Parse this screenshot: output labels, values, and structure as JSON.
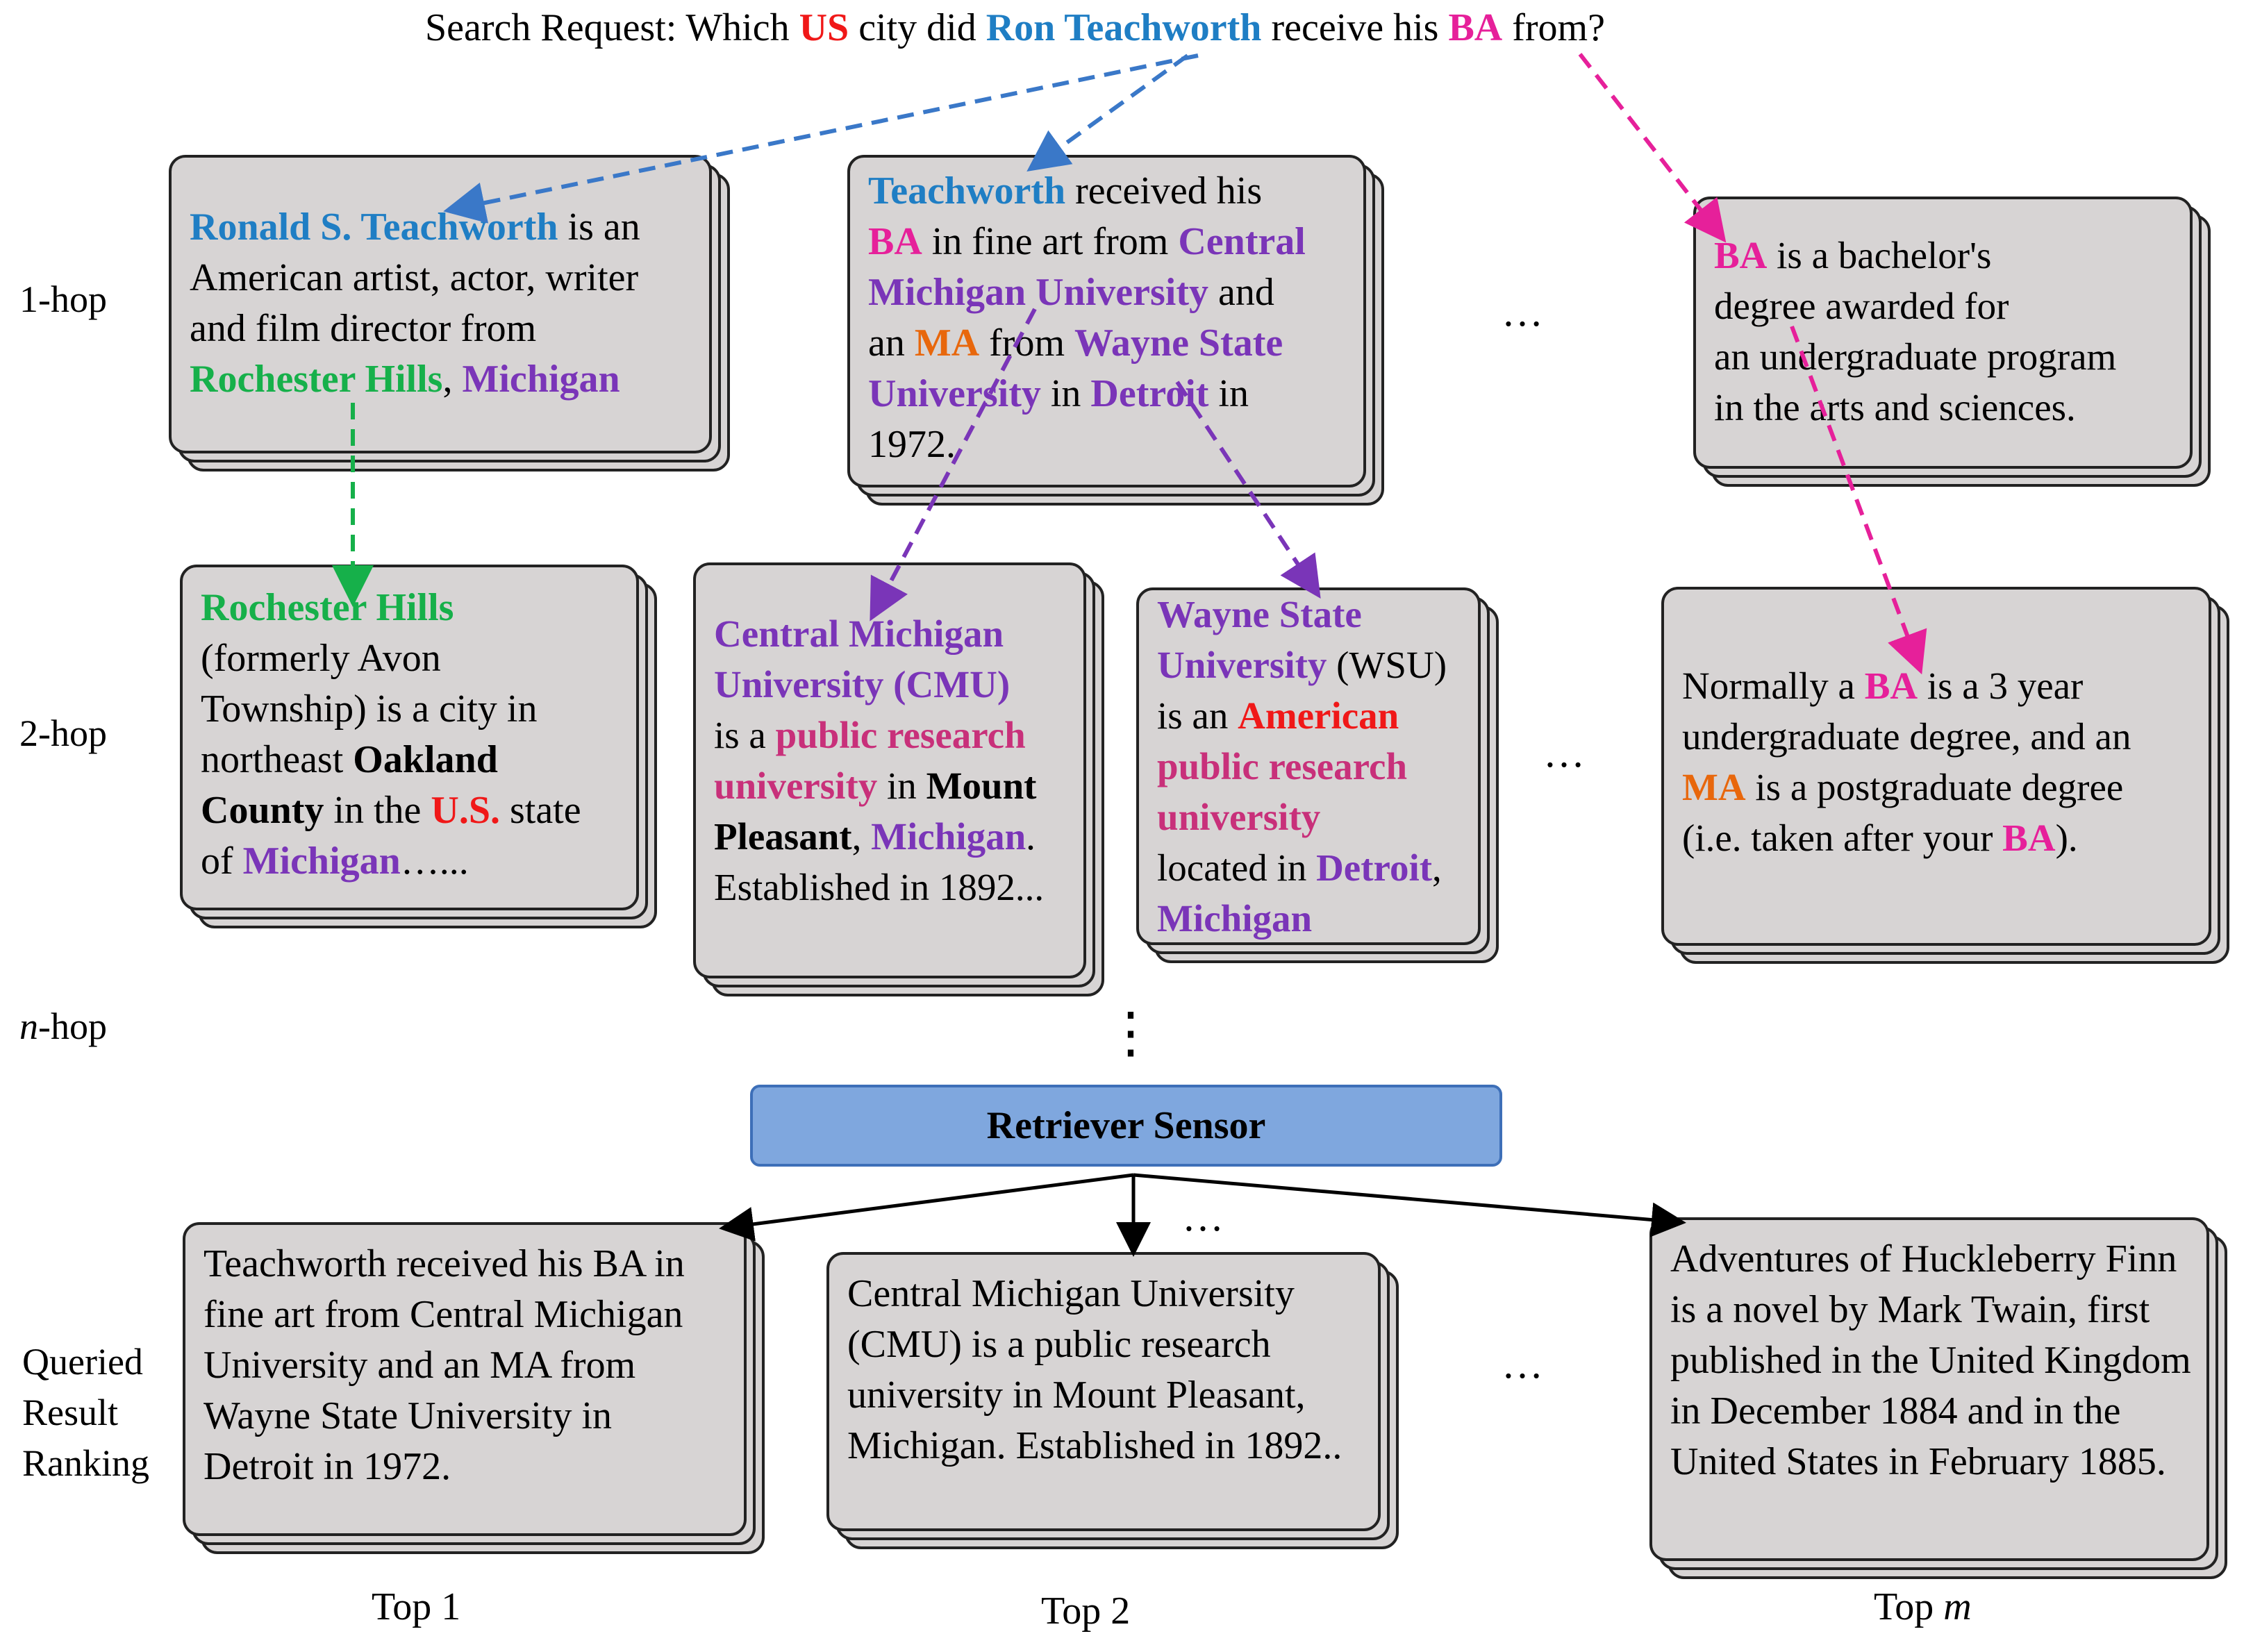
{
  "colors": {
    "blue": "#1f7ec4",
    "red": "#f01818",
    "pink": "#e6209a",
    "purple": "#7a35b8",
    "green": "#16b04a",
    "orange": "#e8670c",
    "magenta": "#c8307a",
    "card_fill": "#d7d4d4",
    "sensor_fill": "#7fa7de"
  },
  "query": {
    "segments": [
      {
        "text": "Search Request: Which ",
        "color": "",
        "bold": false
      },
      {
        "text": "US",
        "color": "red",
        "bold": true
      },
      {
        "text": " city did ",
        "color": "",
        "bold": false
      },
      {
        "text": "Ron Teachworth",
        "color": "blue",
        "bold": true
      },
      {
        "text": " receive his ",
        "color": "",
        "bold": false
      },
      {
        "text": "BA",
        "color": "pink",
        "bold": true
      },
      {
        "text": " from?",
        "color": "",
        "bold": false
      }
    ]
  },
  "hop_labels": {
    "hop1": "1-hop",
    "hop2": "2-hop",
    "hopn_italic": "n",
    "hopn_rest": "-hop",
    "ranking_line1": "Queried",
    "ranking_line2": "Result",
    "ranking_line3": "Ranking"
  },
  "ellipsis": {
    "h": "…",
    "v": "⋮"
  },
  "cards": {
    "hop1_teachworth": [
      {
        "text": "Ronald S. Teachworth",
        "color": "blue",
        "bold": true
      },
      {
        "text": " is an",
        "color": "",
        "bold": false
      },
      {
        "br": true
      },
      {
        "text": "American artist, actor, writer",
        "color": "",
        "bold": false
      },
      {
        "br": true
      },
      {
        "text": "and film director from",
        "color": "",
        "bold": false
      },
      {
        "br": true
      },
      {
        "text": "Rochester Hills",
        "color": "green",
        "bold": true
      },
      {
        "text": ", ",
        "color": "",
        "bold": false
      },
      {
        "text": "Michigan",
        "color": "purple",
        "bold": true
      }
    ],
    "hop1_degree": [
      {
        "text": "Teachworth",
        "color": "blue",
        "bold": true
      },
      {
        "text": " received his",
        "color": "",
        "bold": false
      },
      {
        "br": true
      },
      {
        "text": "BA",
        "color": "pink",
        "bold": true
      },
      {
        "text": " in fine art from ",
        "color": "",
        "bold": false
      },
      {
        "text": "Central",
        "color": "purple",
        "bold": true
      },
      {
        "br": true
      },
      {
        "text": "Michigan University",
        "color": "purple",
        "bold": true
      },
      {
        "text": " and",
        "color": "",
        "bold": false
      },
      {
        "br": true
      },
      {
        "text": "an ",
        "color": "",
        "bold": false
      },
      {
        "text": "MA",
        "color": "orange",
        "bold": true
      },
      {
        "text": " from ",
        "color": "",
        "bold": false
      },
      {
        "text": "Wayne State",
        "color": "purple",
        "bold": true
      },
      {
        "br": true
      },
      {
        "text": "University",
        "color": "purple",
        "bold": true
      },
      {
        "text": " in ",
        "color": "",
        "bold": false
      },
      {
        "text": "Detroit",
        "color": "purple",
        "bold": true
      },
      {
        "text": " in",
        "color": "",
        "bold": false
      },
      {
        "br": true
      },
      {
        "text": "1972.",
        "color": "",
        "bold": false
      }
    ],
    "hop1_ba": [
      {
        "text": "BA",
        "color": "pink",
        "bold": true
      },
      {
        "text": " is a bachelor's",
        "color": "",
        "bold": false
      },
      {
        "br": true
      },
      {
        "text": "degree awarded for",
        "color": "",
        "bold": false
      },
      {
        "br": true
      },
      {
        "text": "an undergraduate program",
        "color": "",
        "bold": false
      },
      {
        "br": true
      },
      {
        "text": "in the arts and sciences.",
        "color": "",
        "bold": false
      }
    ],
    "hop2_rochester": [
      {
        "text": "Rochester Hills",
        "color": "green",
        "bold": true
      },
      {
        "br": true
      },
      {
        "text": "(formerly Avon",
        "color": "",
        "bold": false
      },
      {
        "br": true
      },
      {
        "text": "Township) is a city in",
        "color": "",
        "bold": false
      },
      {
        "br": true
      },
      {
        "text": "northeast ",
        "color": "",
        "bold": false
      },
      {
        "text": "Oakland",
        "color": "",
        "bold": true
      },
      {
        "br": true
      },
      {
        "text": "County",
        "color": "",
        "bold": true
      },
      {
        "text": " in the ",
        "color": "",
        "bold": false
      },
      {
        "text": "U.S.",
        "color": "red",
        "bold": true
      },
      {
        "text": " state",
        "color": "",
        "bold": false
      },
      {
        "br": true
      },
      {
        "text": "of ",
        "color": "",
        "bold": false
      },
      {
        "text": "Michigan",
        "color": "purple",
        "bold": true
      },
      {
        "text": "…...",
        "color": "",
        "bold": false
      }
    ],
    "hop2_cmu": [
      {
        "text": "Central Michigan",
        "color": "purple",
        "bold": true
      },
      {
        "br": true
      },
      {
        "text": "University (CMU)",
        "color": "purple",
        "bold": true
      },
      {
        "br": true
      },
      {
        "text": "is a ",
        "color": "",
        "bold": false
      },
      {
        "text": "public research",
        "color": "magenta",
        "bold": true
      },
      {
        "br": true
      },
      {
        "text": "university",
        "color": "magenta",
        "bold": true
      },
      {
        "text": " in ",
        "color": "",
        "bold": false
      },
      {
        "text": "Mount",
        "color": "",
        "bold": true
      },
      {
        "br": true
      },
      {
        "text": "Pleasant",
        "color": "",
        "bold": true
      },
      {
        "text": ", ",
        "color": "",
        "bold": false
      },
      {
        "text": "Michigan",
        "color": "purple",
        "bold": true
      },
      {
        "text": ".",
        "color": "",
        "bold": false
      },
      {
        "br": true
      },
      {
        "text": "Established in 1892...",
        "color": "",
        "bold": false
      }
    ],
    "hop2_wsu": [
      {
        "text": "Wayne State",
        "color": "purple",
        "bold": true
      },
      {
        "br": true
      },
      {
        "text": "University",
        "color": "purple",
        "bold": true
      },
      {
        "text": " (WSU)",
        "color": "",
        "bold": false
      },
      {
        "br": true
      },
      {
        "text": "is an ",
        "color": "",
        "bold": false
      },
      {
        "text": "American",
        "color": "red",
        "bold": true
      },
      {
        "br": true
      },
      {
        "text": "public research",
        "color": "magenta",
        "bold": true
      },
      {
        "br": true
      },
      {
        "text": "university",
        "color": "magenta",
        "bold": true
      },
      {
        "br": true
      },
      {
        "text": "located in ",
        "color": "",
        "bold": false
      },
      {
        "text": "Detroit",
        "color": "purple",
        "bold": true
      },
      {
        "text": ",",
        "color": "",
        "bold": false
      },
      {
        "br": true
      },
      {
        "text": "Michigan",
        "color": "purple",
        "bold": true
      }
    ],
    "hop2_ba": [
      {
        "text": "Normally a ",
        "color": "",
        "bold": false
      },
      {
        "text": "BA",
        "color": "pink",
        "bold": true
      },
      {
        "text": " is a 3 year",
        "color": "",
        "bold": false
      },
      {
        "br": true
      },
      {
        "text": "undergraduate degree, and an",
        "color": "",
        "bold": false
      },
      {
        "br": true
      },
      {
        "text": "MA",
        "color": "orange",
        "bold": true
      },
      {
        "text": " is a postgraduate degree",
        "color": "",
        "bold": false
      },
      {
        "br": true
      },
      {
        "text": "(i.e. taken after your ",
        "color": "",
        "bold": false
      },
      {
        "text": "BA",
        "color": "pink",
        "bold": true
      },
      {
        "text": ").",
        "color": "",
        "bold": false
      }
    ]
  },
  "sensor_label": "Retriever Sensor",
  "results": {
    "top1": "Teachworth received his BA in fine art from Central Michigan University and an MA from Wayne State University in Detroit in 1972.",
    "top2": "Central Michigan University (CMU) is a public research university in Mount Pleasant, Michigan. Established in 1892..",
    "topm": "Adventures of Huckleberry Finn is a novel by Mark Twain, first published in the United Kingdom in December 1884 and in the United States in February 1885."
  },
  "rank_labels": {
    "top1": "Top 1",
    "top2": "Top 2",
    "topm_prefix": "Top ",
    "topm_italic": "m"
  }
}
